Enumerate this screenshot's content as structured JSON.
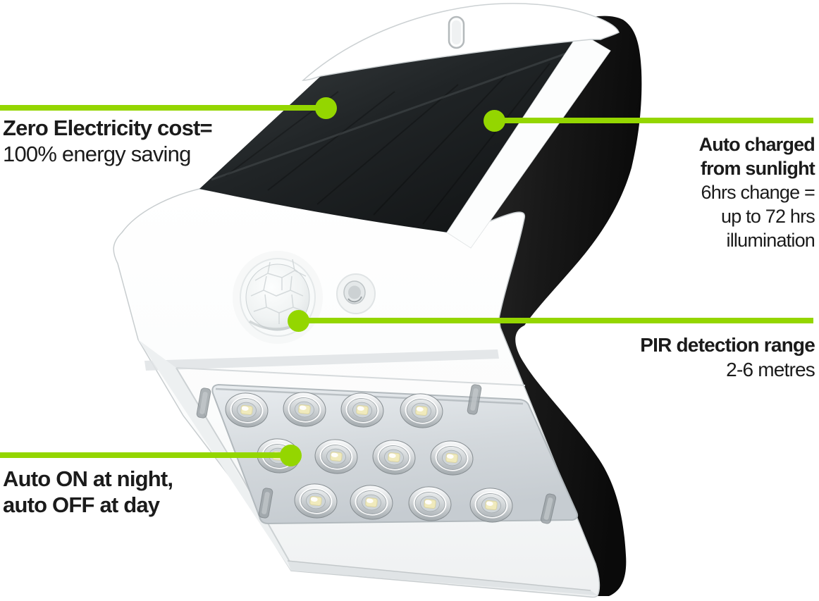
{
  "colors": {
    "background": "#ffffff",
    "accent_green": "#94d600",
    "text": "#1b1b1b",
    "solar_panel_dark": "#1e2224",
    "back_panel_black": "#131313",
    "body_white": "#ffffff",
    "lens_gray": "#d3d8dc"
  },
  "product": {
    "visible_features": {
      "led_count": 12,
      "led_rows": 3,
      "led_columns": 4,
      "solar_panel": true,
      "pir_sensor_dome": true,
      "daylight_sensor": true,
      "mounting_slot": true
    }
  },
  "callouts": [
    {
      "id": "zero-electricity-cost",
      "align": "left",
      "lines": [
        "Zero Electricity cost=",
        "100% energy saving"
      ]
    },
    {
      "id": "auto-charged-from-sunlight",
      "align": "right",
      "lines": [
        "Auto charged",
        "from sunlight",
        "6hrs change =",
        "up to 72 hrs",
        "illumination"
      ]
    },
    {
      "id": "pir-detection-range",
      "align": "right",
      "lines": [
        "PIR detection range",
        "2-6 metres"
      ]
    },
    {
      "id": "auto-on-at-night",
      "align": "left",
      "lines": [
        "Auto ON at night,",
        "auto OFF at day"
      ]
    }
  ]
}
